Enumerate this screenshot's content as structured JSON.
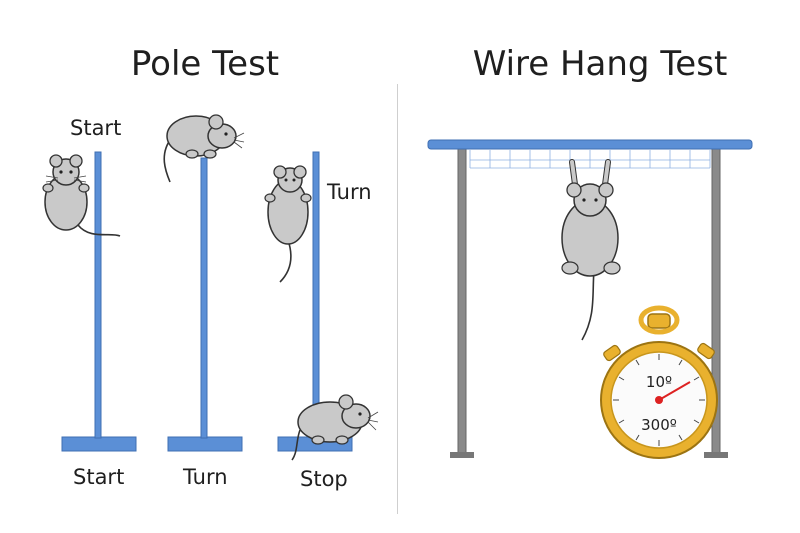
{
  "left_panel": {
    "title": "Pole Test",
    "labels": {
      "top_start": "Start",
      "turn_side": "Turn",
      "bottom_start": "Start",
      "bottom_turn": "Turn",
      "bottom_stop": "Stop"
    }
  },
  "right_panel": {
    "title": "Wire Hang Test",
    "stopwatch": {
      "upper_number": "10º",
      "lower_number": "300º"
    }
  },
  "colors": {
    "pole_blue": "#5b8fd6",
    "frame_gray": "#8a8a8a",
    "mouse_gray": "#c9c9c9",
    "stopwatch_gold": "#e9b12e"
  }
}
